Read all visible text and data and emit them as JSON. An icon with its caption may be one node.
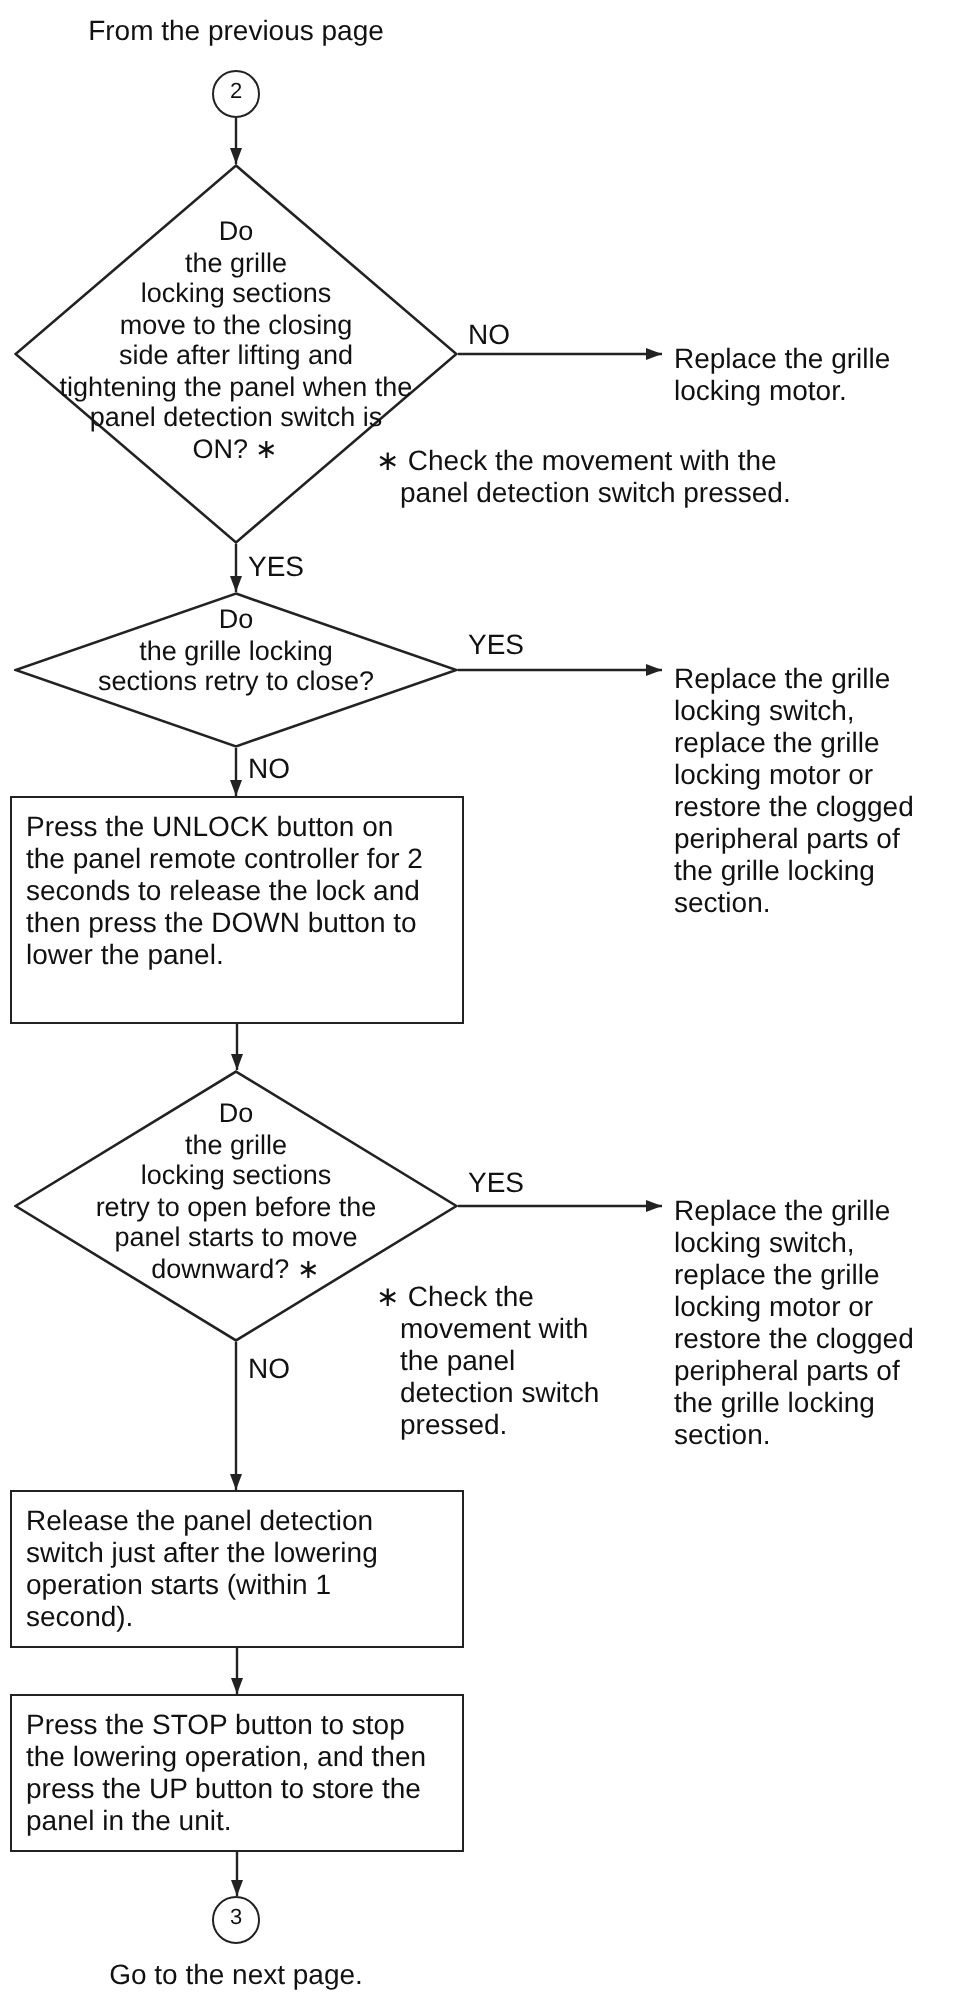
{
  "diagram": {
    "nodes": [
      {
        "text": [
          "2"
        ],
        "beside": [
          "From the previous page"
        ]
      },
      {
        "text": [
          "Do the grille locking sections move to the closing side after lifting and tightening the panel when the panel detection switch is ON? ∗"
        ],
        "beside": [
          "∗ Check the movement with the panel detection switch pressed."
        ]
      },
      {
        "text": [
          "Replace the grille locking motor."
        ]
      },
      {
        "text": [
          "Do the grille locking sections retry to close?"
        ]
      },
      {
        "text": [
          "Replace the grille locking switch, replace the grille locking motor or restore the clogged peripheral parts of the grille locking section."
        ]
      },
      {
        "text": [
          "Press the UNLOCK button on the panel remote controller for 2 seconds to release the lock and then press the DOWN button to lower the panel."
        ]
      },
      {
        "text": [
          "Do the grille locking sections retry to open before the panel starts to move downward? ∗"
        ],
        "beside": [
          "∗ Check the movement with the panel detection switch pressed."
        ]
      },
      {
        "text": [
          "Replace the grille locking switch, replace the grille locking motor or restore the clogged peripheral parts of the grille locking section."
        ]
      },
      {
        "text": [
          "Release the panel detection switch just after the lowering operation starts (within 1 second)."
        ]
      },
      {
        "text": [
          "Press the STOP button to stop the lowering operation, and then press the UP button to store the panel in the unit."
        ]
      },
      {
        "text": [
          "3"
        ],
        "beside": [
          "Go to the next page."
        ]
      }
    ],
    "edges": [
      {
        "from": 0,
        "to": 1,
        "arrow": "to"
      },
      {
        "from": 1,
        "to": 2,
        "arrow": "to",
        "label": "NO"
      },
      {
        "from": 1,
        "to": 3,
        "arrow": "to",
        "label": "YES"
      },
      {
        "from": 3,
        "to": 4,
        "arrow": "to",
        "label": "YES"
      },
      {
        "from": 3,
        "to": 5,
        "arrow": "to",
        "label": "NO"
      },
      {
        "from": 5,
        "to": 6,
        "arrow": "to"
      },
      {
        "from": 6,
        "to": 7,
        "arrow": "to",
        "label": "YES"
      },
      {
        "from": 6,
        "to": 8,
        "arrow": "to",
        "label": "NO"
      },
      {
        "from": 8,
        "to": 9,
        "arrow": "to"
      },
      {
        "from": 9,
        "to": 10,
        "arrow": "to"
      }
    ]
  }
}
